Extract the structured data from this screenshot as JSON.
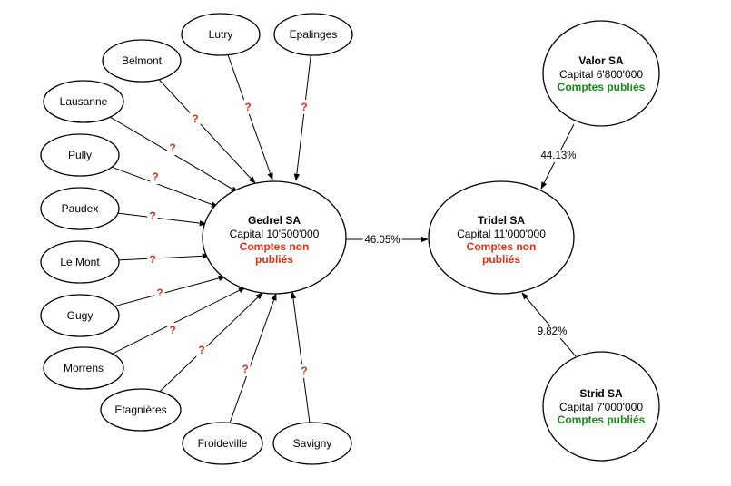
{
  "colors": {
    "unknown_marker": "#e0321a",
    "published": "#1a8a1a",
    "unpublished": "#e0321a",
    "stroke": "#000000"
  },
  "unknown_marker": "?",
  "communes": [
    "Lutry",
    "Epalinges",
    "Belmont",
    "Lausanne",
    "Pully",
    "Paudex",
    "Le Mont",
    "Gugy",
    "Morrens",
    "Etagnières",
    "Froideville",
    "Savigny"
  ],
  "companies": {
    "gedrel": {
      "name": "Gedrel SA",
      "capital": "Capital 10'500'000",
      "status_line1": "Comptes non",
      "status_line2": "publiés"
    },
    "tridel": {
      "name": "Tridel SA",
      "capital": "Capital 11'000'000",
      "status_line1": "Comptes non",
      "status_line2": "publiés"
    },
    "valor": {
      "name": "Valor SA",
      "capital": "Capital 6'800'000",
      "status": "Comptes publiés"
    },
    "strid": {
      "name": "Strid SA",
      "capital": "Capital 7'000'000",
      "status": "Comptes publiés"
    }
  },
  "holdings": {
    "gedrel_to_tridel": "46.05%",
    "valor_to_tridel": "44.13%",
    "strid_to_tridel": "9.82%"
  }
}
